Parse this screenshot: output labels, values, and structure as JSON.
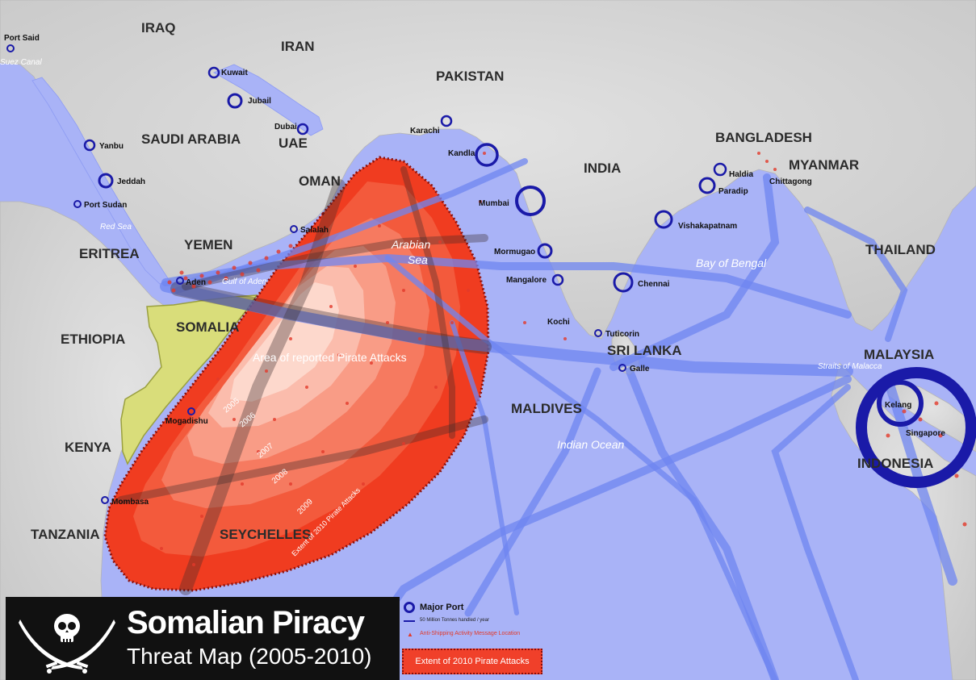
{
  "title": {
    "main": "Somalian Piracy",
    "subtitle": "Threat Map (2005-2010)"
  },
  "legend": {
    "major_port": "Major Port",
    "tonnes": "50 Million Tonnes handled / year",
    "asam": "Anti-Shipping Activity Message Location",
    "extent_2010": "Extent of 2010 Pirate Attacks"
  },
  "countries": {
    "iraq": "IRAQ",
    "iran": "IRAN",
    "pakistan": "PAKISTAN",
    "saudi_arabia": "SAUDI ARABIA",
    "uae": "UAE",
    "oman": "OMAN",
    "yemen": "YEMEN",
    "eritrea": "ERITREA",
    "ethiopia": "ETHIOPIA",
    "somalia": "SOMALIA",
    "kenya": "KENYA",
    "tanzania": "TANZANIA",
    "seychelles": "SEYCHELLES",
    "india": "INDIA",
    "bangladesh": "BANGLADESH",
    "myanmar": "MYANMAR",
    "thailand": "THAILAND",
    "sri_lanka": "SRI LANKA",
    "maldives": "MALDIVES",
    "malaysia": "MALAYSIA",
    "indonesia": "INDONESIA"
  },
  "water": {
    "arabian_sea_1": "Arabian",
    "arabian_sea_2": "Sea",
    "bay_of_bengal": "Bay of Bengal",
    "indian_ocean": "Indian Ocean",
    "red_sea": "Red Sea",
    "gulf_of_aden": "Gulf of Aden",
    "suez_canal": "Suez Canal",
    "straits_of_malacca": "Straits of Malacca"
  },
  "ports": {
    "port_said": "Port Said",
    "kuwait": "Kuwait",
    "jubail": "Jubail",
    "dubai": "Dubai",
    "yanbu": "Yanbu",
    "jeddah": "Jeddah",
    "port_sudan": "Port Sudan",
    "karachi": "Karachi",
    "kandla": "Kandla",
    "mumbai": "Mumbai",
    "mormugao": "Mormugao",
    "mangalore": "Mangalore",
    "kochi": "Kochi",
    "tuticorin": "Tuticorin",
    "galle": "Galle",
    "chennai": "Chennai",
    "vishakapatnam": "Vishakapatnam",
    "paradip": "Paradip",
    "haldia": "Haldia",
    "chittagong": "Chittagong",
    "salalah": "Salalah",
    "aden": "Aden",
    "mogadishu": "Mogadishu",
    "mombasa": "Mombasa",
    "kelang": "Kelang",
    "singapore": "Singapore"
  },
  "attack_area": {
    "label": "Area of reported Pirate Attacks",
    "years": [
      "2005",
      "2006",
      "2007",
      "2008",
      "2009"
    ],
    "extent_2010_label": "Extent of 2010 Pirate Attacks"
  },
  "colors": {
    "sea": "#a9b3f7",
    "land": "#d6d6d6",
    "shipping_lane": "#6f86f0",
    "port_ring": "#1a1aa8",
    "attack_outer": "#f03c20",
    "somalia": "#d9dd7a"
  }
}
